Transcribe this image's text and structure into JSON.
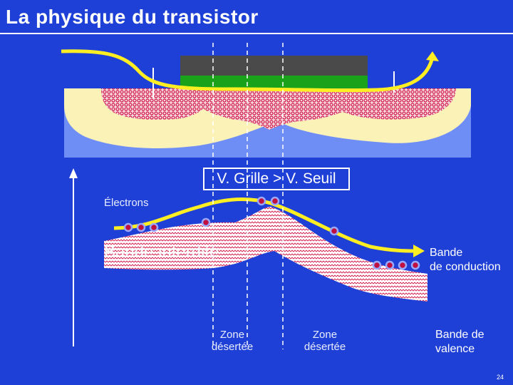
{
  "title": "La physique du transistor",
  "labels": {
    "gate_condition": "V. Grille > V. Seuil",
    "electrons": "Électrons",
    "bande_interdite": "Bande interdite",
    "bande_conduction_1": "Bande",
    "bande_conduction_2": "de conduction",
    "zone_desertee_left_1": "Zone",
    "zone_desertee_left_2": "désertée",
    "zone_desertee_right_1": "Zone",
    "zone_desertee_right_2": "désertée",
    "bande_valence_1": "Bande de",
    "bande_valence_2": "valence",
    "page_number": "24"
  },
  "colors": {
    "background": "#1f40d6",
    "substrate": "#6f8ef5",
    "depletion": "#fbf2b8",
    "doped_region": "#d01848",
    "gate_metal": "#4a4a4a",
    "gate_oxide": "#1aa31a",
    "arrow": "#ffee22",
    "electron": "#c01040"
  }
}
